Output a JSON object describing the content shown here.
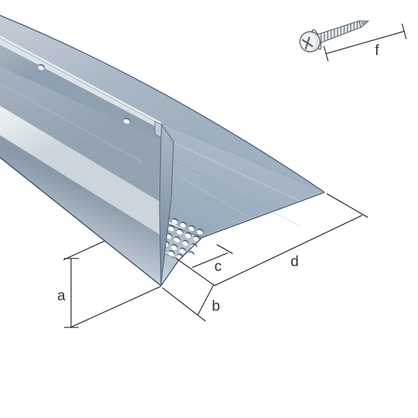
{
  "illustration": {
    "type": "product-technical-illustration",
    "subject": "perforated sheet-metal edge profile with staggered cutaway end, fixing slots and self-drilling screw",
    "dimensions": {
      "a": {
        "label": "a"
      },
      "b": {
        "label": "b"
      },
      "c": {
        "label": "c"
      },
      "d": {
        "label": "d"
      },
      "f": {
        "label": "f"
      }
    },
    "colors": {
      "background": "#ffffff",
      "metal_light": "#e9edf0",
      "metal_mid": "#a6b4c2",
      "metal_dark": "#8b9cac",
      "outline": "#3e556e",
      "dimension_line": "#2b2b2b",
      "label_text": "#333333"
    }
  }
}
